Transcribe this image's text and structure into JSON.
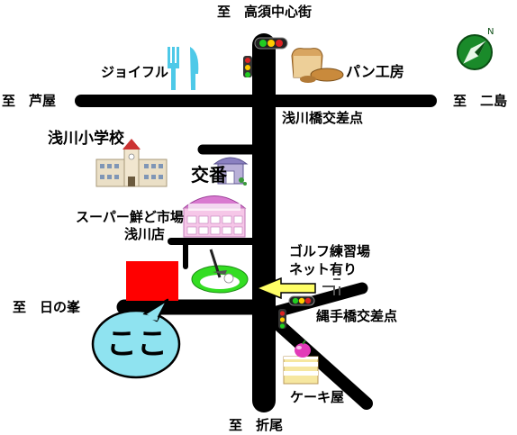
{
  "map": {
    "directions": {
      "north": "至　高須中心街",
      "south": "至　折尾",
      "west": "至　芦屋",
      "east": "至　二島",
      "west_lower": "至　日の峯"
    },
    "labels": {
      "joyfull": "ジョイフル",
      "bakery": "パン工房",
      "asakawa_bridge": "浅川橋交差点",
      "school": "浅川小学校",
      "koban": "交番",
      "supermarket_line1": "スーパー鮮ど市場",
      "supermarket_line2": "浅川店",
      "golf_line1": "ゴルフ練習場",
      "golf_line2": "ネット有り",
      "nawate_bridge": "縄手橋交差点",
      "cake_shop": "ケーキ屋",
      "here": "ここ"
    },
    "colors": {
      "road": "#000000",
      "destination": "#ff0000",
      "bubble": "#8fe3f0",
      "arrow": "#ffff66",
      "golf_green": "#33dd22",
      "fork_knife": "#4ec9e8",
      "compass": "#1a8a2a"
    },
    "icons": [
      "traffic-light-icon",
      "fork-knife-icon",
      "bread-icon",
      "compass-icon",
      "school-icon",
      "police-box-icon",
      "supermarket-icon",
      "golf-icon",
      "cake-icon",
      "arrow-icon"
    ]
  }
}
